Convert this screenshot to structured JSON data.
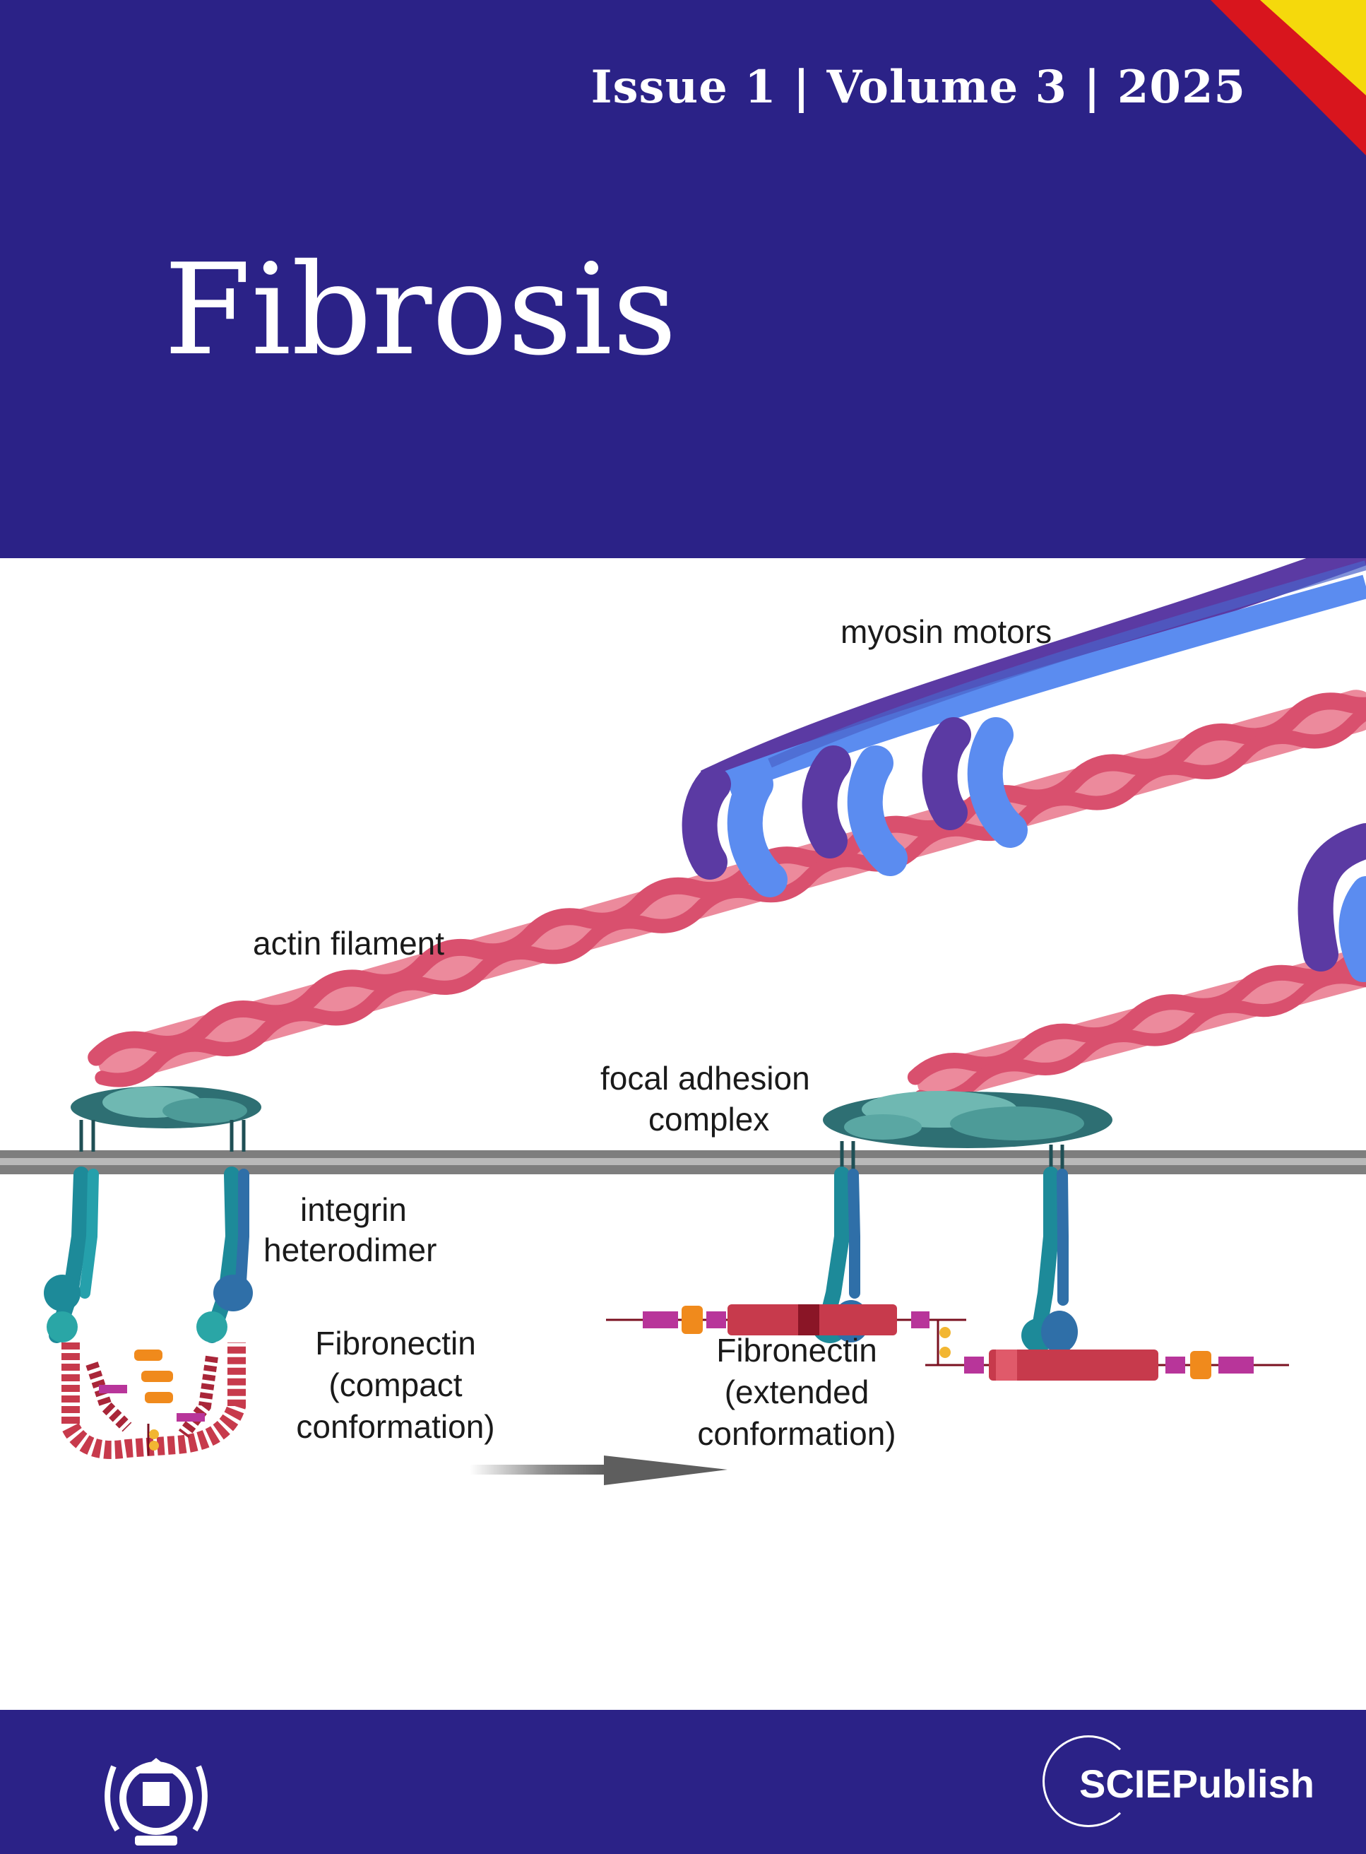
{
  "cover": {
    "issue_line": "Issue 1 | Volume 3 | 2025",
    "journal_title": "Fibrosis"
  },
  "illustration": {
    "labels": {
      "myosin": "myosin motors",
      "actin": "actin filament",
      "focal_line1": "focal adhesion",
      "focal_line2": "complex",
      "integrin_line1": "integrin",
      "integrin_line2": "heterodimer",
      "fn_compact_line1": "Fibronectin",
      "fn_compact_line2": "(compact",
      "fn_compact_line3": "conformation)",
      "fn_extended_line1": "Fibronectin",
      "fn_extended_line2": "(extended",
      "fn_extended_line3": "conformation)"
    }
  },
  "footer": {
    "publisher": "SCIEPublish"
  },
  "colors": {
    "navy": "#2b2287",
    "actin_dark": "#d9506e",
    "actin_light": "#ec8a9c",
    "myosin_purple": "#5b3aa3",
    "myosin_blue": "#5b8cf0",
    "complex_teal": "#3d8f8c",
    "integrin_teal": "#1d8a99",
    "fibronectin_red": "#c73a4c",
    "membrane_gray": "#8a8a8a"
  }
}
